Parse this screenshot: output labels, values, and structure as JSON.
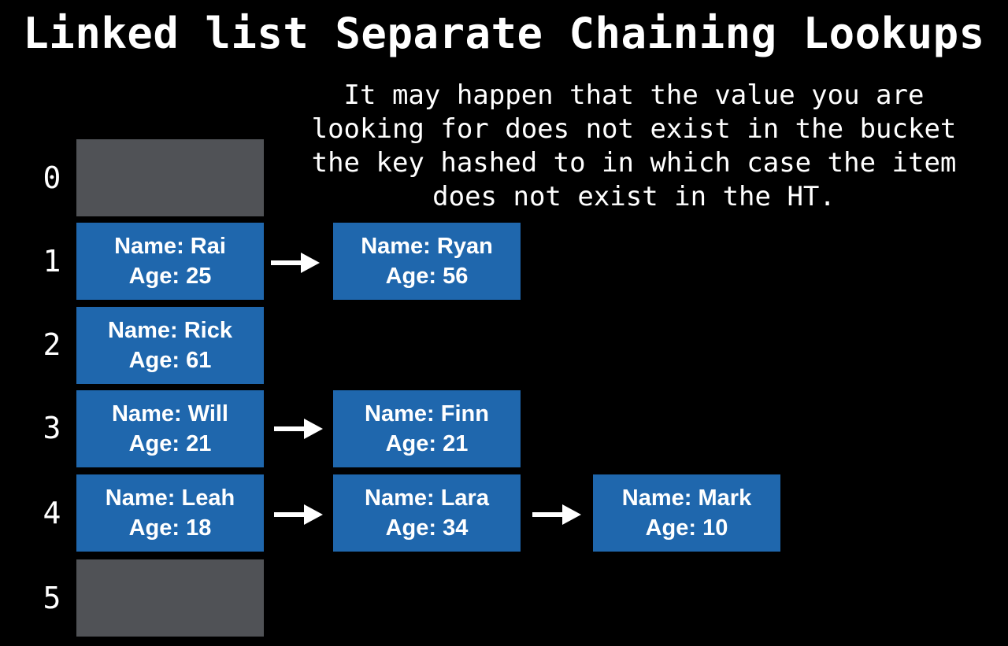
{
  "title": "Linked list Separate Chaining Lookups",
  "note_lines": [
    "It may happen that the value you are",
    "looking for does not exist in the bucket",
    "the key hashed to in which case the item",
    "does not exist in the HT."
  ],
  "buckets": [
    {
      "index": "0",
      "nodes": []
    },
    {
      "index": "1",
      "nodes": [
        {
          "name": "Name: Rai",
          "age": "Age: 25"
        },
        {
          "name": "Name: Ryan",
          "age": "Age: 56"
        }
      ]
    },
    {
      "index": "2",
      "nodes": [
        {
          "name": "Name: Rick",
          "age": "Age: 61"
        }
      ]
    },
    {
      "index": "3",
      "nodes": [
        {
          "name": "Name: Will",
          "age": "Age: 21"
        },
        {
          "name": "Name: Finn",
          "age": "Age: 21"
        }
      ]
    },
    {
      "index": "4",
      "nodes": [
        {
          "name": "Name: Leah",
          "age": "Age: 18"
        },
        {
          "name": "Name: Lara",
          "age": "Age: 34"
        },
        {
          "name": "Name: Mark",
          "age": "Age: 10"
        }
      ]
    },
    {
      "index": "5",
      "nodes": []
    }
  ],
  "colors": {
    "background": "#000000",
    "node_fill": "#1f67ad",
    "empty_bucket": "#505256",
    "text": "#ffffff"
  }
}
